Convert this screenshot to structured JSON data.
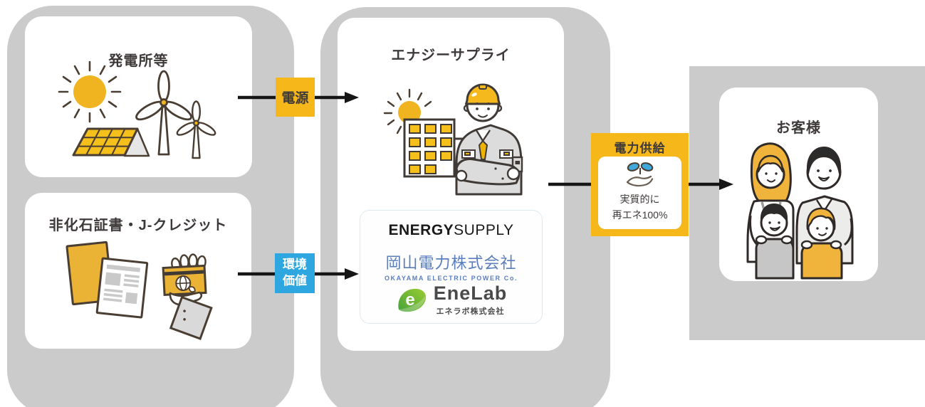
{
  "cards": {
    "power_plants": {
      "title": "発電所等"
    },
    "certificates": {
      "title": "非化石証書・J-クレジット"
    },
    "energy_supply": {
      "title": "エナジーサプライ"
    },
    "customers": {
      "title": "お客様"
    }
  },
  "flows": {
    "power_source": {
      "label": "電源"
    },
    "environmental_value": {
      "line1": "環境",
      "line2": "価値"
    },
    "power_supply": {
      "label": "電力供給",
      "note1": "実質的に",
      "note2": "再エネ100%"
    }
  },
  "logos": {
    "energy_supply": {
      "bold": "ENERGY",
      "light": "SUPPLY"
    },
    "okayama_electric": {
      "name": "岡山電力株式会社",
      "subtitle": "OKAYAMA ELECTRIC POWER Co."
    },
    "enelab": {
      "mark": "e",
      "name": "EneLab",
      "subtitle": "エネラボ株式会社"
    }
  },
  "colors": {
    "panel_gray": "#cbcbcb",
    "accent_yellow": "#f5b719",
    "accent_blue": "#2ea7e0",
    "arrow_black": "#161616",
    "text_dark": "#3e3a39",
    "okayama_blue": "#5a7ebe",
    "enelab_green": "#6dbe45"
  }
}
